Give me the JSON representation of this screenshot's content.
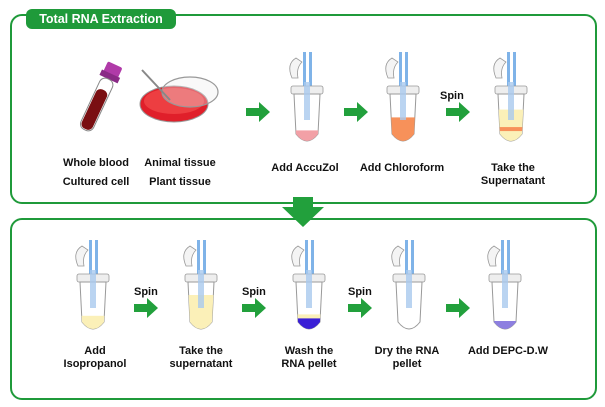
{
  "title": "Total RNA Extraction",
  "colors": {
    "frame": "#1f9a3a",
    "arrow": "#22a03c",
    "blood": "#7a0f12",
    "tissue": "#e01f2a",
    "accuzol": "#f2a0a6",
    "chloroform": "#f7915a",
    "supernatant": "#fbf0b8",
    "pellet": "#3a1fd6",
    "depc": "#8d7fe0"
  },
  "sources": {
    "whole_blood": "Whole blood",
    "cultured_cell": "Cultured cell",
    "animal_tissue": "Animal tissue",
    "plant_tissue": "Plant tissue"
  },
  "top_steps": [
    {
      "label": "Add AccuZol"
    },
    {
      "label": "Add Chloroform"
    },
    {
      "label": "Take the\nSupernatant"
    }
  ],
  "bottom_steps": [
    {
      "label": "Add\nIsopropanol"
    },
    {
      "label": "Take the\nsupernatant"
    },
    {
      "label": "Wash the\nRNA pellet"
    },
    {
      "label": "Dry the RNA\npellet"
    },
    {
      "label": "Add DEPC-D.W"
    }
  ],
  "spin_label": "Spin"
}
